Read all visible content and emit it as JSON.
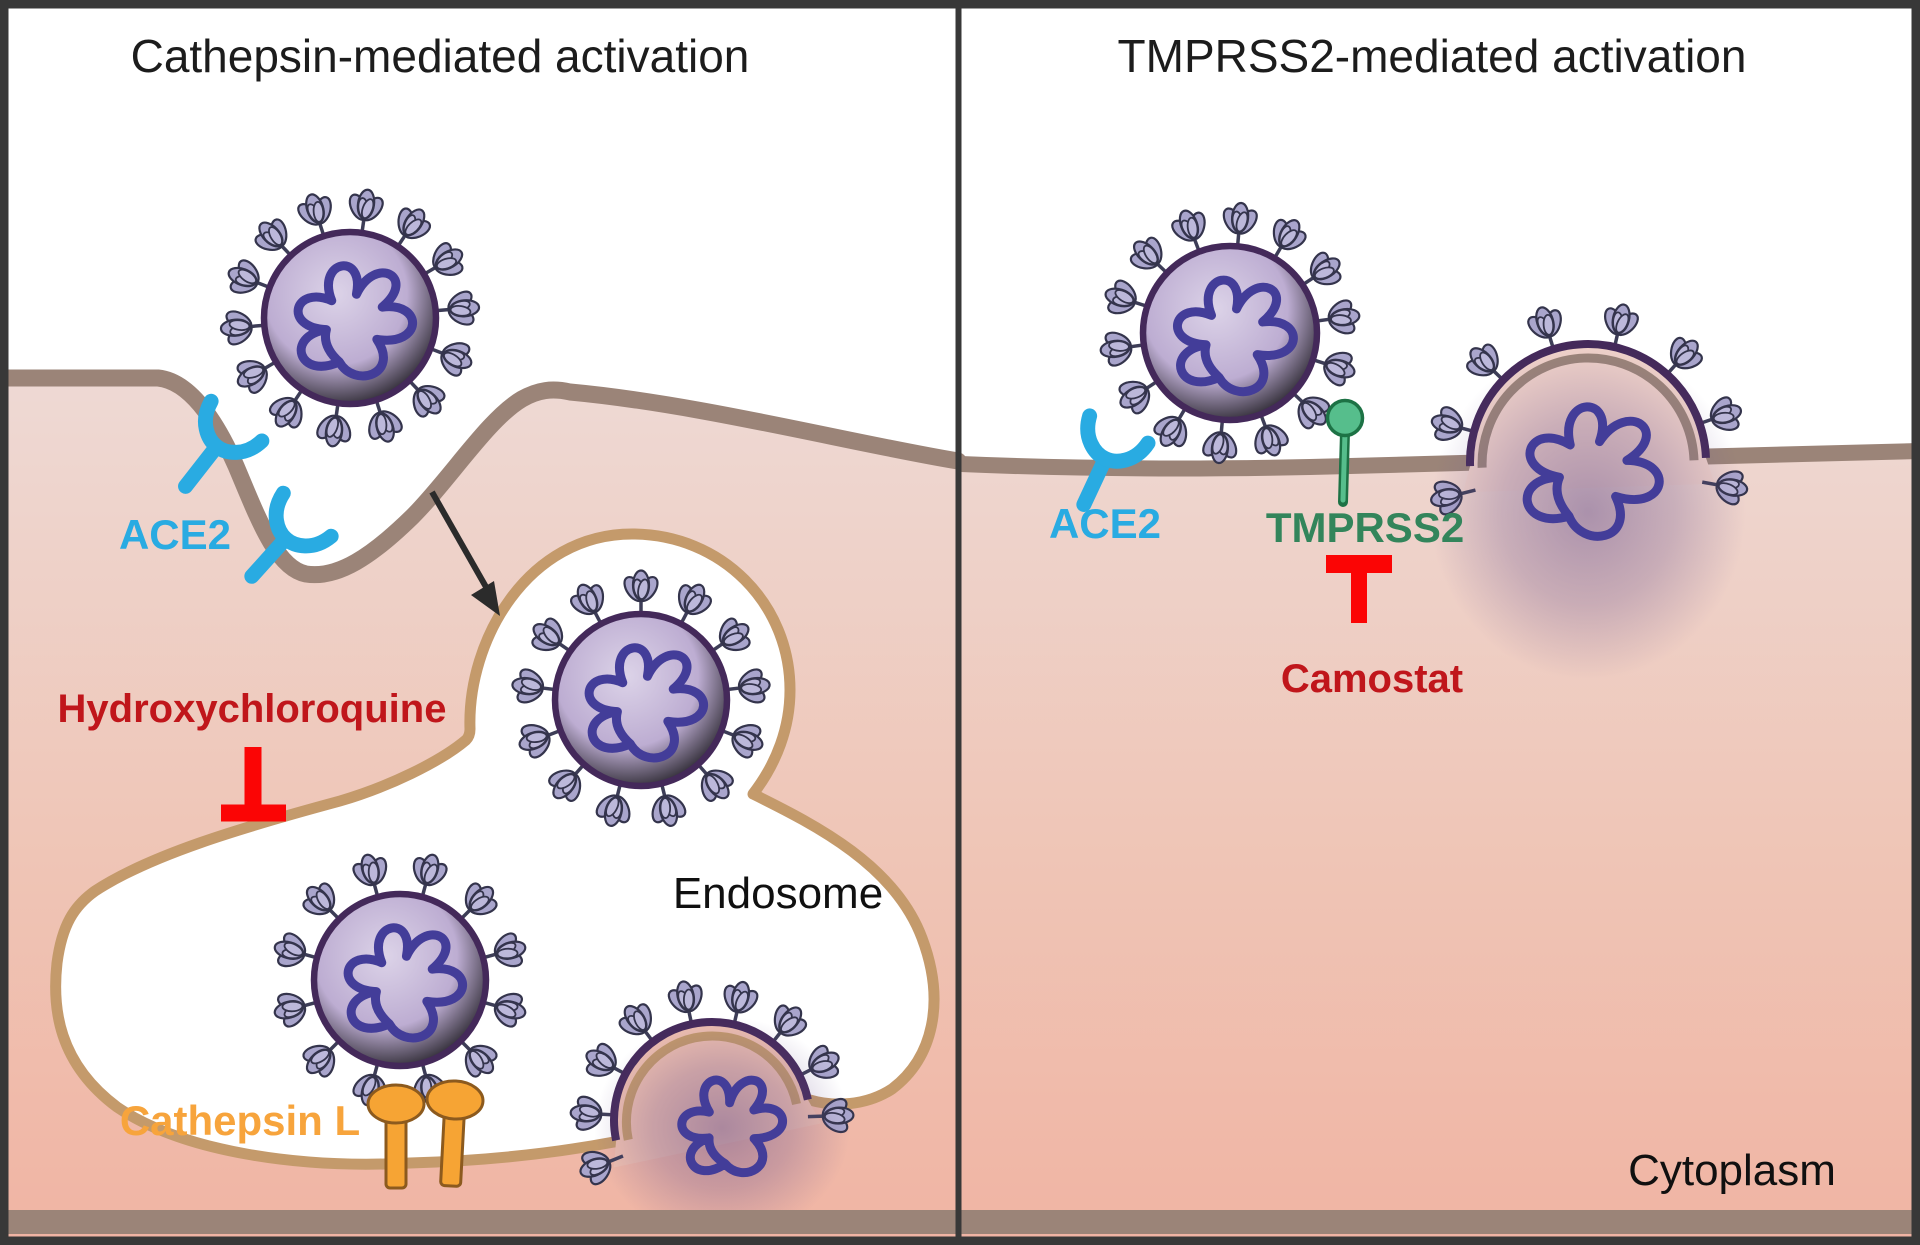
{
  "figure": {
    "type": "scientific-diagram",
    "subject": "SARS-CoV-2 spike activation pathways and their inhibitors"
  },
  "left_panel": {
    "title": "Cathepsin-mediated activation",
    "receptor_label": "ACE2",
    "inhibitor_label": "Hydroxychloroquine",
    "compartment_label": "Endosome",
    "protease_label": "Cathepsin L"
  },
  "right_panel": {
    "title": "TMPRSS2-mediated activation",
    "receptor_label": "ACE2",
    "protease_label": "TMPRSS2",
    "inhibitor_label": "Camostat",
    "compartment_label": "Cytoplasm"
  },
  "colors": {
    "ace2_blue": "#29abe2",
    "tmprss2_green": "#56be8c",
    "tmprss2_outline_green": "#1d7245",
    "tmprss2_label_green": "#33855b",
    "inhibitor_symbol_red": "#fb0505",
    "drug_label_red": "#c0161b",
    "cathepsin_orange": "#f6a434",
    "cathepsin_outline": "#8c5a1e",
    "cathepsin_label_orange": "#f7a43c",
    "plasma_membrane_brown": "#9b8478",
    "endosome_membrane_tan": "#c49a6b",
    "virus_envelope_purple": "#44295a",
    "virus_body_purple": "#b3a1c9",
    "rna_purple": "#433d99",
    "spike_lavender": "#a9a5cc",
    "spike_outline": "#34344c",
    "cytoplasm_pink_top": "#eed9d4",
    "cytoplasm_pink_bottom": "#f0b4a3",
    "border_dark": "#383838"
  }
}
